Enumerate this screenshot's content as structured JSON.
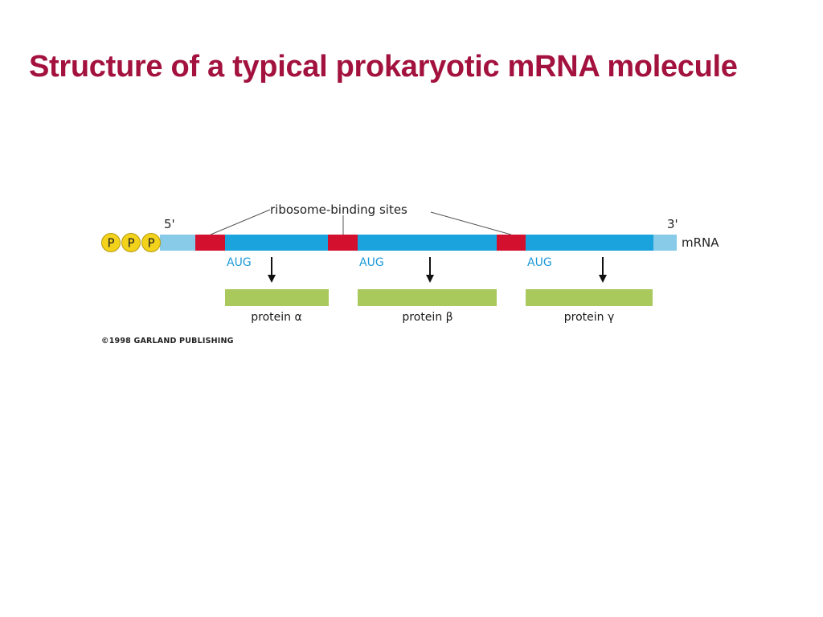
{
  "title": "Structure of a typical prokaryotic mRNA molecule",
  "diagram": {
    "ribosome_binding_label": "ribosome-binding sites",
    "five_prime": "5'",
    "three_prime": "3'",
    "mrna_label": "mRNA",
    "phosphates": [
      "P",
      "P",
      "P"
    ],
    "start_codons": [
      "AUG",
      "AUG",
      "AUG"
    ],
    "proteins": [
      "protein α",
      "protein β",
      "protein γ"
    ],
    "copyright": "©1998 GARLAND PUBLISHING"
  },
  "colors": {
    "title": "#a3123e",
    "utr": "#87cbe8",
    "coding": "#1aa3dc",
    "rbs": "#d3112f",
    "protein": "#a9c95c",
    "phosphate": "#f2d21b",
    "aug": "#1c9ad6"
  }
}
